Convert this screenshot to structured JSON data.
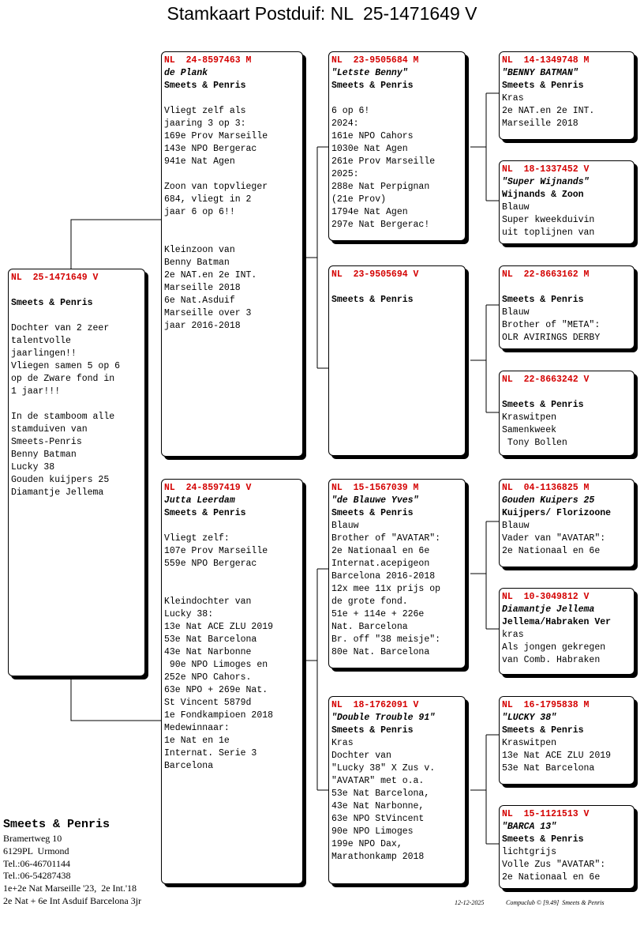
{
  "title": "Stamkaart Postduif: NL  25-1471649 V",
  "cards": {
    "main": {
      "ring": "NL  25-1471649 V",
      "name": "",
      "owner": "Smeets & Penris",
      "lines": [
        "",
        "Dochter van 2 zeer",
        "talentvolle",
        "jaarlingen!!",
        "Vliegen samen 5 op 6",
        "op de Zware fond in",
        "1 jaar!!!",
        "",
        "In de stamboom alle",
        "stamduiven van",
        "Smeets-Penris",
        "Benny Batman",
        "Lucky 38",
        "Gouden kuijpers 25",
        "Diamantje Jellema"
      ]
    },
    "father": {
      "ring": "NL  24-8597463 M",
      "name": "de Plank",
      "owner": "Smeets & Penris",
      "lines": [
        "",
        "Vliegt zelf als",
        "jaaring 3 op 3:",
        "169e Prov Marseille",
        "143e NPO Bergerac",
        "941e Nat Agen",
        "",
        "Zoon van topvlieger",
        "684, vliegt in 2",
        "jaar 6 op 6!!",
        "",
        "",
        "Kleinzoon van",
        "Benny Batman",
        "2e NAT.en 2e INT.",
        "Marseille 2018",
        "6e Nat.Asduif",
        "Marseille over 3",
        "jaar 2016-2018"
      ]
    },
    "mother": {
      "ring": "NL  24-8597419 V",
      "name": "Jutta Leerdam",
      "owner": "Smeets & Penris",
      "lines": [
        "",
        "Vliegt zelf:",
        "107e Prov Marseille",
        "559e NPO Bergerac",
        "",
        "",
        "Kleindochter van",
        "Lucky 38:",
        "13e Nat ACE ZLU 2019",
        "53e Nat Barcelona",
        "43e Nat Narbonne",
        " 90e NPO Limoges en",
        "252e NPO Cahors.",
        "63e NPO + 269e Nat.",
        "St Vincent 5879d",
        "1e Fondkampioen 2018",
        "Medewinnaar:",
        "1e Nat en 1e",
        "Internat. Serie 3",
        "Barcelona"
      ]
    },
    "ff": {
      "ring": "NL  23-9505684 M",
      "name": "\"Letste Benny\"",
      "owner": "Smeets & Penris",
      "lines": [
        "",
        "6 op 6!",
        "2024:",
        "161e NPO Cahors",
        "1030e Nat Agen",
        "261e Prov Marseille",
        "2025:",
        "288e Nat Perpignan",
        "(21e Prov)",
        "1794e Nat Agen",
        "297e Nat Bergerac!"
      ]
    },
    "fm": {
      "ring": "NL  23-9505694 V",
      "name": "",
      "owner": "Smeets & Penris",
      "lines": []
    },
    "mf": {
      "ring": "NL  15-1567039 M",
      "name": "\"de Blauwe Yves\"",
      "owner": "Smeets & Penris",
      "lines": [
        "Blauw",
        "Brother of \"AVATAR\":",
        "2e Nationaal en 6e",
        "Internat.acepigeon",
        "Barcelona 2016-2018",
        "12x mee 11x prijs op",
        "de grote fond.",
        "51e + 114e + 226e",
        "Nat. Barcelona",
        "Br. off \"38 meisje\":",
        "80e Nat. Barcelona"
      ]
    },
    "mm": {
      "ring": "NL  18-1762091 V",
      "name": "\"Double Trouble 91\"",
      "owner": "Smeets & Penris",
      "lines": [
        "Kras",
        "Dochter van",
        "\"Lucky 38\" X Zus v.",
        "\"AVATAR\" met o.a.",
        "53e Nat Barcelona,",
        "43e Nat Narbonne,",
        "63e NPO StVincent",
        "90e NPO Limoges",
        "199e NPO Dax,",
        "Marathonkamp 2018"
      ]
    },
    "fff": {
      "ring": "NL  14-1349748 M",
      "name": "\"BENNY BATMAN\"",
      "owner": "Smeets & Penris",
      "lines": [
        "Kras",
        "2e NAT.en 2e INT.",
        "Marseille 2018"
      ]
    },
    "ffm": {
      "ring": "NL  18-1337452 V",
      "name": "\"Super Wijnands\"",
      "owner": "Wijnands & Zoon",
      "lines": [
        "Blauw",
        "Super kweekduivin",
        "uit toplijnen van"
      ]
    },
    "fmf": {
      "ring": "NL  22-8663162 M",
      "name": "",
      "owner": "Smeets & Penris",
      "lines": [
        "Blauw",
        "Brother of \"META\":",
        "OLR AVIRINGS DERBY"
      ]
    },
    "fmm": {
      "ring": "NL  22-8663242 V",
      "name": "",
      "owner": "Smeets & Penris",
      "lines": [
        "Kraswitpen",
        "Samenkweek",
        " Tony Bollen"
      ]
    },
    "mff": {
      "ring": "NL  04-1136825 M",
      "name": "Gouden Kuipers 25",
      "owner": "Kuijpers/ Florizoone",
      "lines": [
        "Blauw",
        "Vader van \"AVATAR\":",
        "2e Nationaal en 6e"
      ]
    },
    "mfm": {
      "ring": "NL  10-3049812 V",
      "name": "Diamantje Jellema",
      "owner": "Jellema/Habraken Ver",
      "lines": [
        "kras",
        "Als jongen gekregen",
        "van Comb. Habraken"
      ]
    },
    "mmf": {
      "ring": "NL  16-1795838 M",
      "name": "\"LUCKY 38\"",
      "owner": "Smeets & Penris",
      "lines": [
        "Kraswitpen",
        "13e Nat ACE ZLU 2019",
        "53e Nat Barcelona"
      ]
    },
    "mmm": {
      "ring": "NL  15-1121513 V",
      "name": "\"BARCA 13\"",
      "owner": "Smeets & Penris",
      "lines": [
        "lichtgrijs",
        "Volle Zus \"AVATAR\":",
        "2e Nationaal en 6e"
      ]
    }
  },
  "breeder": {
    "name": "Smeets & Penris",
    "lines": [
      "Bramertweg 10",
      "6129PL  Urmond",
      "Tel.:06-46701144",
      "Tel.:06-54287438",
      "1e+2e Nat Marseille '23,  2e Int.'18",
      "2e Nat + 6e Int Asduif Barcelona 3jr"
    ]
  },
  "footer": {
    "date": "12-12-2025",
    "software": "Compuclub © [9.49]  Smeets & Penris"
  }
}
